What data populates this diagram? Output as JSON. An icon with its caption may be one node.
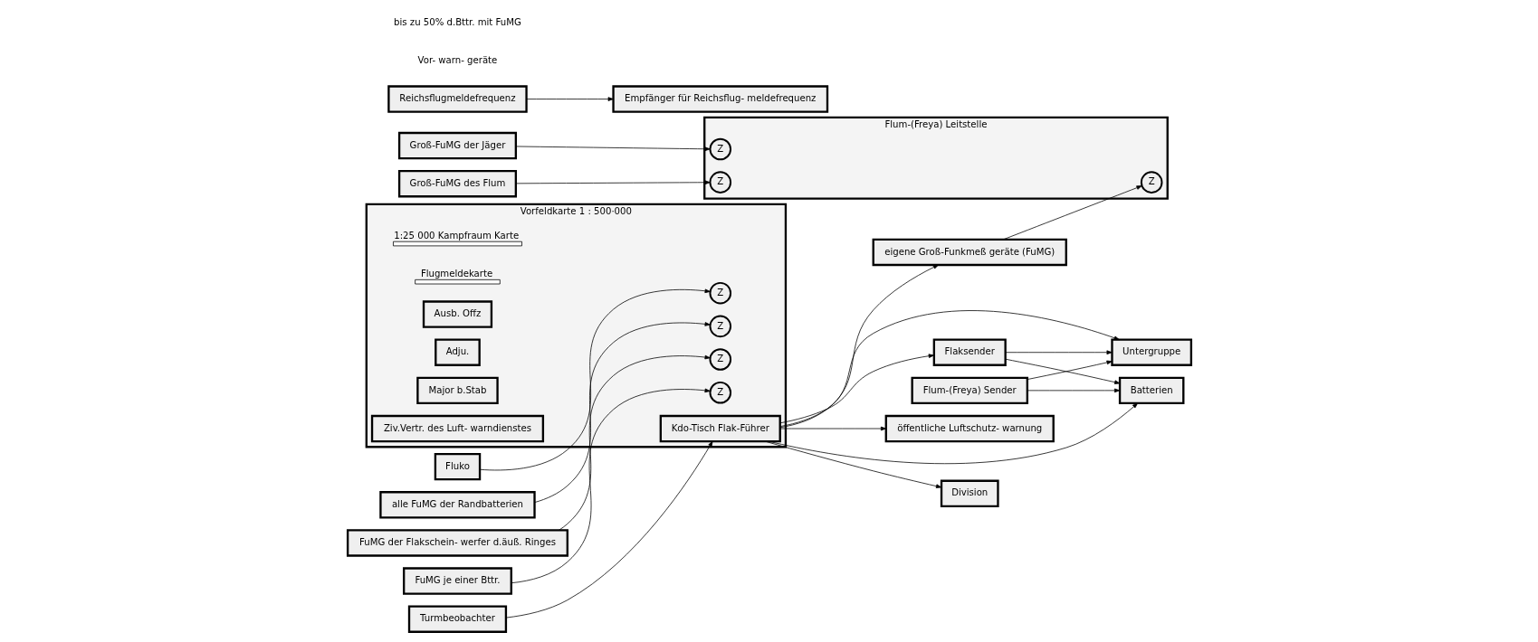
{
  "diagram": {
    "nodes": [
      {
        "text": [
          "eigene Groß-Funkmeß geräte (FuMG)"
        ]
      },
      {
        "text": [
          "Groß-FuMG der Jäger"
        ]
      },
      {
        "text": [
          "Groß-FuMG des Flum"
        ]
      },
      {
        "text": [
          "Reichsflugmeldefrequenz"
        ]
      },
      {
        "text": [
          "Empfänger für Reichsflug- meldefrequenz"
        ]
      },
      {
        "text": [
          "Flum-(Freya) Leitstelle"
        ]
      },
      {
        "text": [
          "Z"
        ],
        "in": 5
      },
      {
        "text": [
          "Z"
        ],
        "in": 5
      },
      {
        "text": [
          "Z"
        ],
        "in": 5
      },
      {
        "text": [
          "Flum-(Freya) Sender"
        ]
      },
      {
        "text": [
          "Flaksender"
        ]
      },
      {
        "text": [
          "Fluko"
        ]
      },
      {
        "text": [
          "alle FuMG der Randbatterien"
        ]
      },
      {
        "text": [
          "FuMG der Flakschein- werfer d.äuß. Ringes"
        ]
      },
      {
        "text": [
          "FuMG je einer Bttr."
        ]
      },
      {
        "text": [
          "Turmbeobachter"
        ]
      },
      {
        "text": [
          "Vorfeldkarte 1 : 500·000"
        ]
      },
      {
        "text": [],
        "shape": "bar",
        "in": 16,
        "beside": [
          "1:25 000 Kampfraum Karte"
        ]
      },
      {
        "text": [
          "Z"
        ],
        "in": 16
      },
      {
        "text": [
          "Z"
        ],
        "in": 16
      },
      {
        "text": [
          "Z"
        ],
        "in": 16
      },
      {
        "text": [],
        "shape": "bar",
        "in": 16,
        "beside": [
          "Flugmeldekarte"
        ]
      },
      {
        "text": [
          "Z"
        ],
        "in": 16
      },
      {
        "text": [
          "Ausb. Offz"
        ],
        "in": 16
      },
      {
        "text": [
          "Adju."
        ],
        "in": 16
      },
      {
        "text": [
          "Kdo-Tisch Flak-Führer"
        ],
        "in": 16
      },
      {
        "text": [
          "Major b.Stab"
        ],
        "in": 16
      },
      {
        "text": [
          "Ziv.Vertr. des Luft- warndienstes"
        ],
        "in": 16
      },
      {
        "text": [
          "Division"
        ]
      },
      {
        "text": [
          "Untergruppe"
        ]
      },
      {
        "text": [
          "Batterien"
        ]
      },
      {
        "text": [
          "öffentliche Luftschutz- warnung"
        ]
      }
    ],
    "edges": [
      {
        "from": 25,
        "to": 0,
        "arrow": "to"
      },
      {
        "from": 0,
        "to": 8,
        "arrow": "to"
      },
      {
        "from": 1,
        "to": 7,
        "arrow": "to"
      },
      {
        "from": 2,
        "to": 6,
        "arrow": "to"
      },
      {
        "from": 3,
        "to": 4,
        "arrow": "to"
      },
      {
        "from": 11,
        "to": 22,
        "arrow": "to"
      },
      {
        "from": 12,
        "to": 18,
        "arrow": "to"
      },
      {
        "from": 13,
        "to": 19,
        "arrow": "to"
      },
      {
        "from": 14,
        "to": 20,
        "arrow": "to"
      },
      {
        "from": 15,
        "to": 25,
        "arrow": "to"
      },
      {
        "from": 25,
        "to": 10,
        "arrow": "to"
      },
      {
        "from": 9,
        "to": 29,
        "arrow": "to"
      },
      {
        "from": 9,
        "to": 30,
        "arrow": "to"
      },
      {
        "from": 10,
        "to": 29,
        "arrow": "to"
      },
      {
        "from": 10,
        "to": 30,
        "arrow": "to"
      },
      {
        "from": 25,
        "to": 28,
        "arrow": "to"
      },
      {
        "from": 25,
        "to": 29,
        "arrow": "to"
      },
      {
        "from": 25,
        "to": 30,
        "arrow": "to"
      },
      {
        "from": 25,
        "to": 31,
        "arrow": "to"
      }
    ],
    "labels": [
      "Vor- warn- geräte",
      "bis zu 50% d.Bttr. mit FuMG"
    ]
  }
}
